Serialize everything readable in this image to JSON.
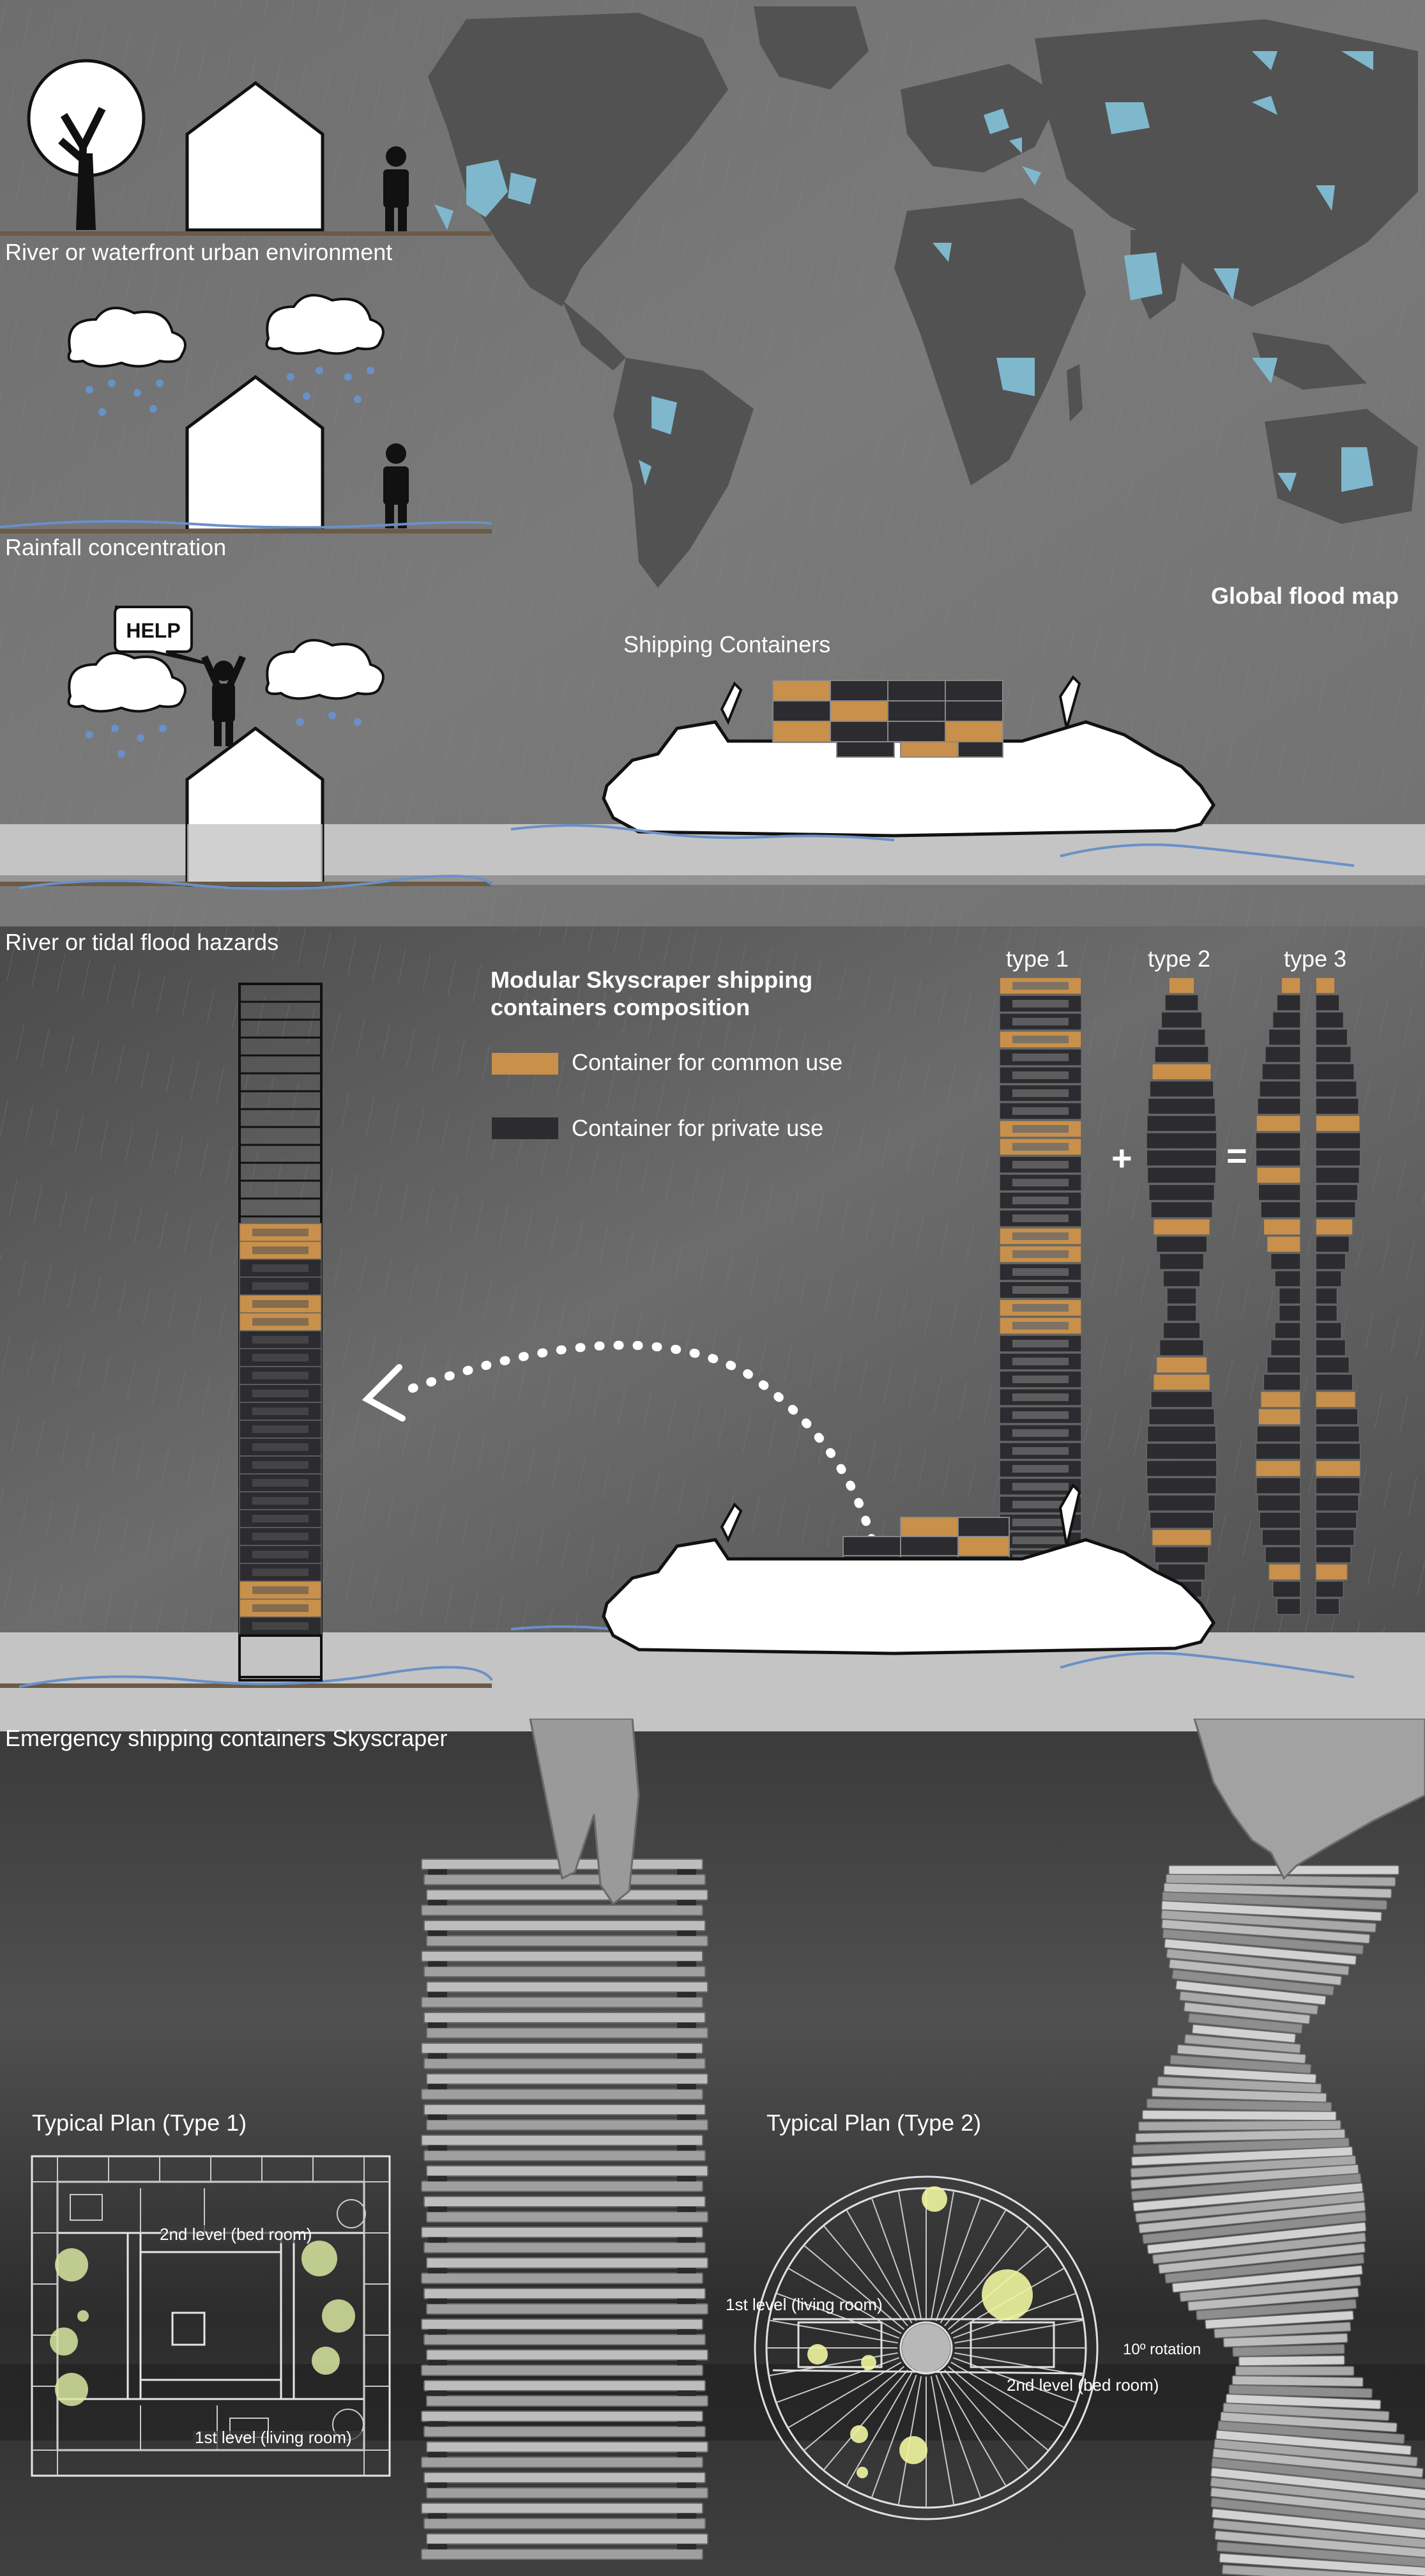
{
  "colors": {
    "common": "#c8904a",
    "private": "#2b2b30",
    "flood_blue": "#7fb8cc",
    "water_line": "#6a90c8",
    "ground": "#6b5a45",
    "map_land": "#525252"
  },
  "scenarios": [
    {
      "label": "River or waterfront urban environment"
    },
    {
      "label": "Rainfall concentration"
    },
    {
      "label": "River or tidal flood hazards"
    }
  ],
  "help_bubble": "HELP",
  "map": {
    "title": "Global flood map"
  },
  "shipping": {
    "title": "Shipping Containers"
  },
  "legend": {
    "title_line1": "Modular  Skyscraper shipping",
    "title_line2": "containers composition",
    "common_label": "Container for common  use",
    "private_label": "Container for private  use"
  },
  "types": {
    "type1": "type 1",
    "type2": "type 2",
    "type3": "type 3",
    "plus": "+",
    "equals": "="
  },
  "skyscraper": {
    "caption": "Emergency shipping containers Skyscraper"
  },
  "plans": {
    "type1": {
      "title": "Typical Plan (Type 1)",
      "level2": "2nd level (bed room)",
      "level1": "1st level (living room)"
    },
    "type2": {
      "title": "Typical Plan (Type 2)",
      "level1": "1st level (living room)",
      "rotation": "10º rotation",
      "level2": "2nd level (bed room)"
    }
  }
}
